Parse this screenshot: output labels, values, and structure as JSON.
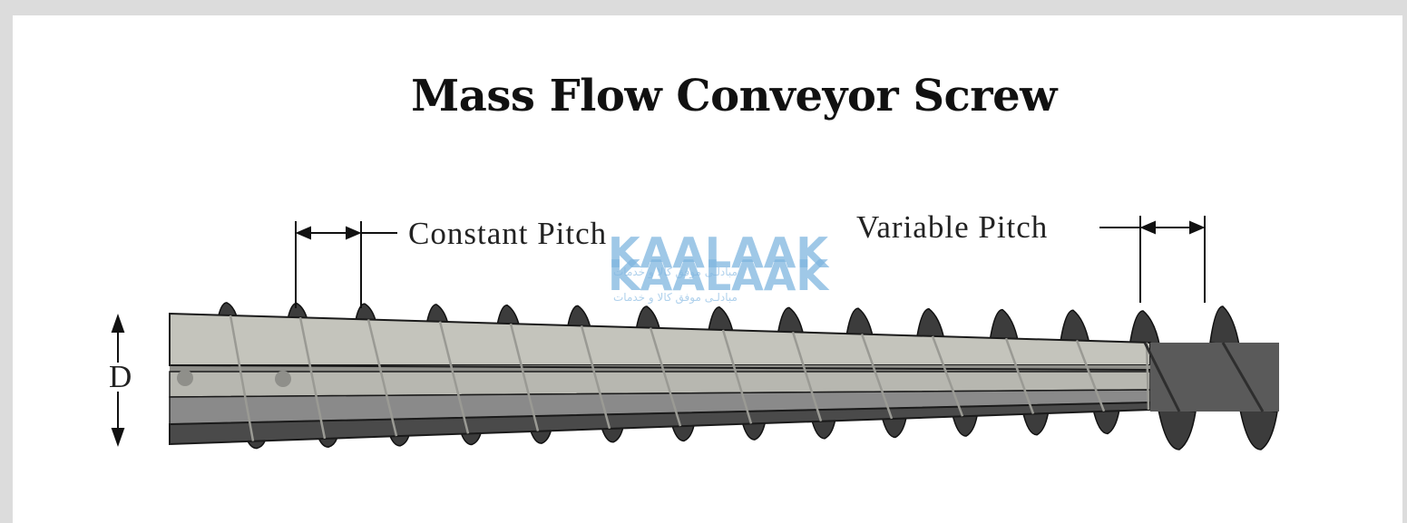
{
  "title": "Mass Flow Conveyor Screw",
  "labels": {
    "constant_pitch": "Constant Pitch",
    "variable_pitch": "Variable Pitch",
    "diameter": "D"
  },
  "watermark": {
    "brand": "KAALAAK",
    "tagline": "مبادلـی موفق کالا و خدمات"
  },
  "colors": {
    "background": "#dcdcdc",
    "card": "#ffffff",
    "shaft_light": "#c4c4bc",
    "shaft_mid": "#8a8a8a",
    "shaft_dark": "#4a4a4a",
    "flight": "#3c3c3c",
    "watermark": "#7fb6e0"
  }
}
